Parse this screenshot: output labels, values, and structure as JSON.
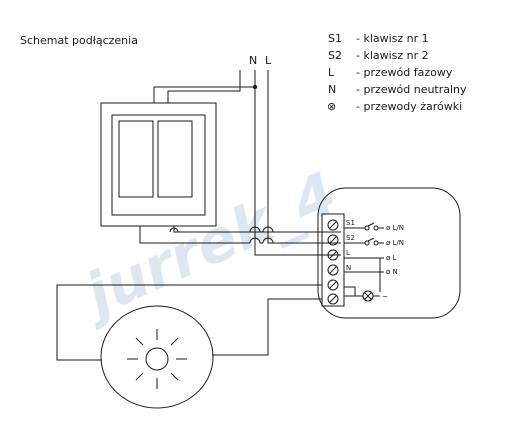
{
  "title": "Schemat podłączenia",
  "legend": [
    {
      "key": "S1",
      "desc": "- klawisz nr 1"
    },
    {
      "key": "S2",
      "desc": "- klawisz nr 2"
    },
    {
      "key": "L",
      "desc": "- przewód fazowy"
    },
    {
      "key": "N",
      "desc": "- przewód neutralny"
    },
    {
      "key": "⊗",
      "desc": "- przewody żarówki"
    }
  ],
  "supply": {
    "n_label": "N",
    "l_label": "L"
  },
  "terminals": {
    "s1": "S1",
    "s2": "S2",
    "l": "L",
    "n": "N",
    "out1": "ø L/N",
    "out2": "ø L/N",
    "out3": "ø L",
    "out4": "ø N",
    "lamp_out": "~"
  },
  "watermark": "jurrek_4",
  "colors": {
    "line": "#1a1a1a",
    "watermark": "#dde6f1",
    "background": "#ffffff"
  }
}
